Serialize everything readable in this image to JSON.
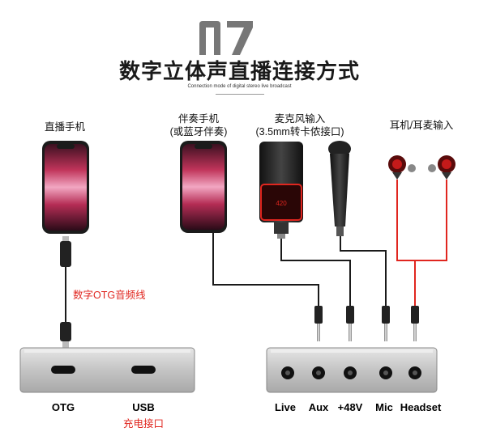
{
  "header": {
    "title": "数字立体声直播连接方式",
    "subtitle": "Connection mode of digital stereo live broadcast"
  },
  "devices": {
    "live_phone": "直播手机",
    "accomp_phone_line1": "伴奏手机",
    "accomp_phone_line2": "(或蓝牙伴奏)",
    "mic_line1": "麦克风输入",
    "mic_line2": "(3.5mm转卡侬接口)",
    "earphones": "耳机/耳麦输入",
    "mic_badge": "420"
  },
  "cable_label": "数字OTG音频线",
  "left_box_ports": [
    "OTG",
    "USB"
  ],
  "charging_label": "充电接口",
  "right_box_ports": [
    "Live",
    "Aux",
    "+48V",
    "Mic",
    "Headset"
  ],
  "colors": {
    "accent_red": "#e0261f",
    "box_silver": "#c9c9c9",
    "cable_dark": "#1a1a1a"
  }
}
